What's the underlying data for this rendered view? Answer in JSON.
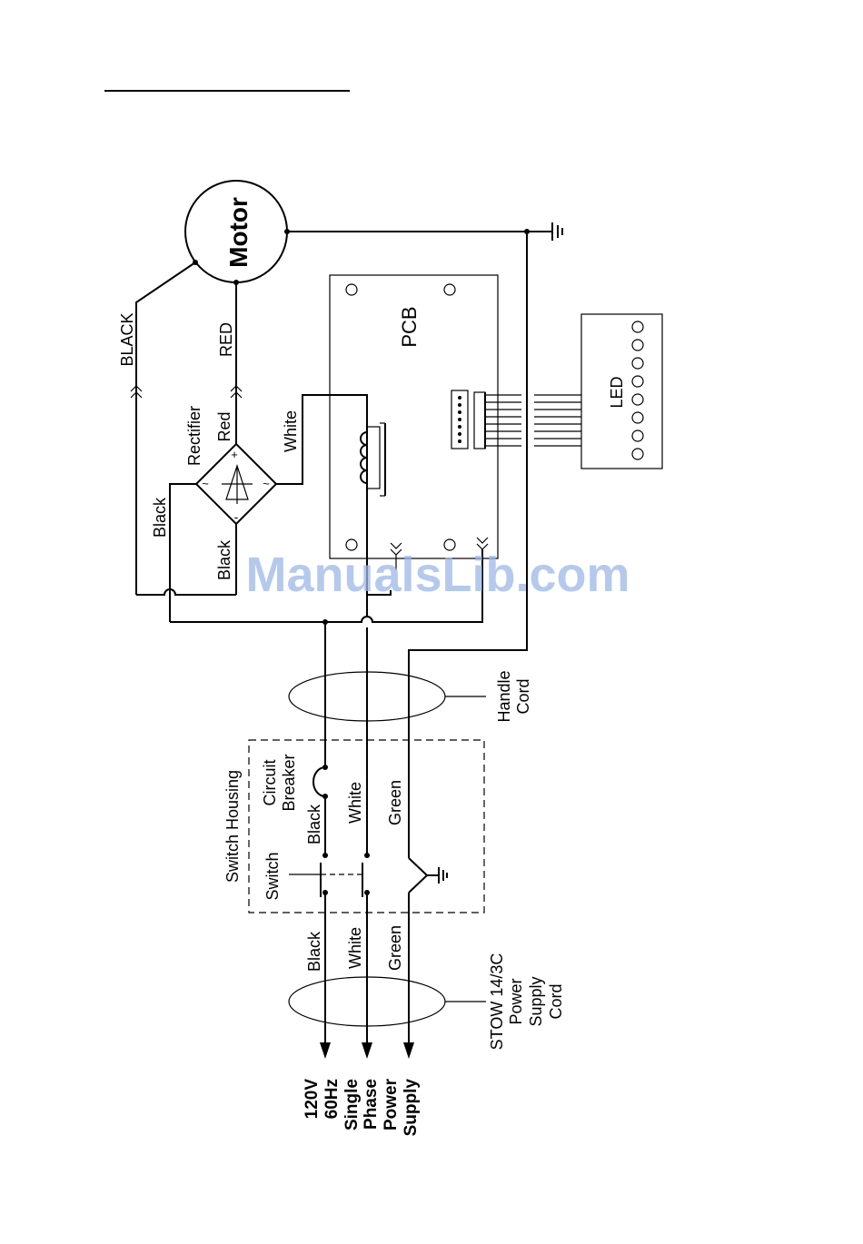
{
  "motor": {
    "label": "Motor"
  },
  "pcb": {
    "label": "PCB"
  },
  "led": {
    "label": "LED"
  },
  "rectifier": {
    "label": "Rectifier",
    "plus": "+",
    "minus": "-",
    "ac_left": "~",
    "ac_right": "~"
  },
  "wires": {
    "black_upper": "BLACK",
    "red_upper": "RED",
    "red_rect": "Red",
    "white_pcb": "White",
    "black_rect_1": "Black",
    "black_rect_2": "Black"
  },
  "handle_cord": {
    "label_line1": "Handle",
    "label_line2": "Cord"
  },
  "switch_housing": {
    "label": "Switch Housing",
    "breaker_line1": "Circuit",
    "breaker_line2": "Breaker",
    "switch_label": "Switch",
    "black": "Black",
    "white": "White",
    "green": "Green"
  },
  "supply_wires": {
    "black": "Black",
    "white": "White",
    "green": "Green"
  },
  "power_cord": {
    "line1": "STOW 14/3C",
    "line2": "Power",
    "line3": "Supply",
    "line4": "Cord"
  },
  "supply": {
    "line1": "120V",
    "line2": "60Hz",
    "line3": "Single",
    "line4": "Phase",
    "line5": "Power",
    "line6": "Supply"
  },
  "watermark": "ManualsLib.com"
}
